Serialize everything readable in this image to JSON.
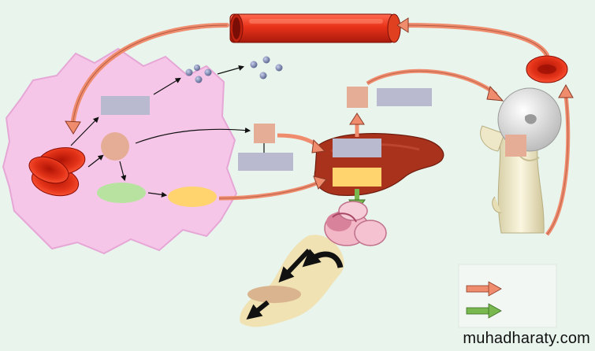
{
  "watermark": "muhadharaty.com",
  "colors": {
    "background": "#e8f4ec",
    "macrophage": "#f6c6e8",
    "blood_vessel": "#e3321c",
    "arrow_orange": "#f08c6e",
    "arrow_green": "#78b84e",
    "label_box_gray": "#b9b9cf",
    "label_box_peach": "#e6ad96",
    "yellow_box": "#ffd36e",
    "liver": "#a8321c",
    "bone": "#f4f0d8"
  },
  "legend": {
    "items": [
      {
        "color_key": "arrow_orange"
      },
      {
        "color_key": "arrow_green"
      }
    ]
  }
}
